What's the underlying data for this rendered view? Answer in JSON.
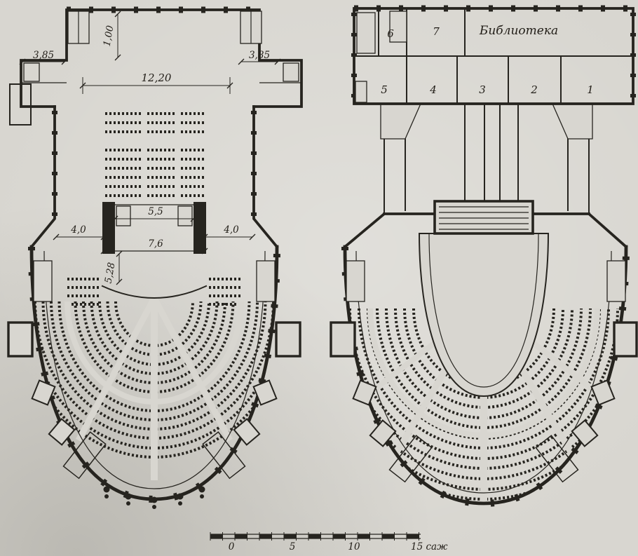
{
  "left_plan": {
    "dims": {
      "wing_left": "3,85",
      "wall": "1,00",
      "wing_right": "3,85",
      "hall_width": "12,20",
      "stage_opening": "5,5",
      "bay_left": "4,0",
      "proscenium": "7,6",
      "stage_depth": "5,28",
      "bay_right": "4,0"
    }
  },
  "right_plan": {
    "library": "Библиотека",
    "rooms": {
      "r1": "1",
      "r2": "2",
      "r3": "3",
      "r4": "4",
      "r5": "5",
      "r6": "6",
      "r7": "7"
    }
  },
  "scale_bar": {
    "t0": "0",
    "t5": "5",
    "t10": "10",
    "t15": "15 саж"
  }
}
